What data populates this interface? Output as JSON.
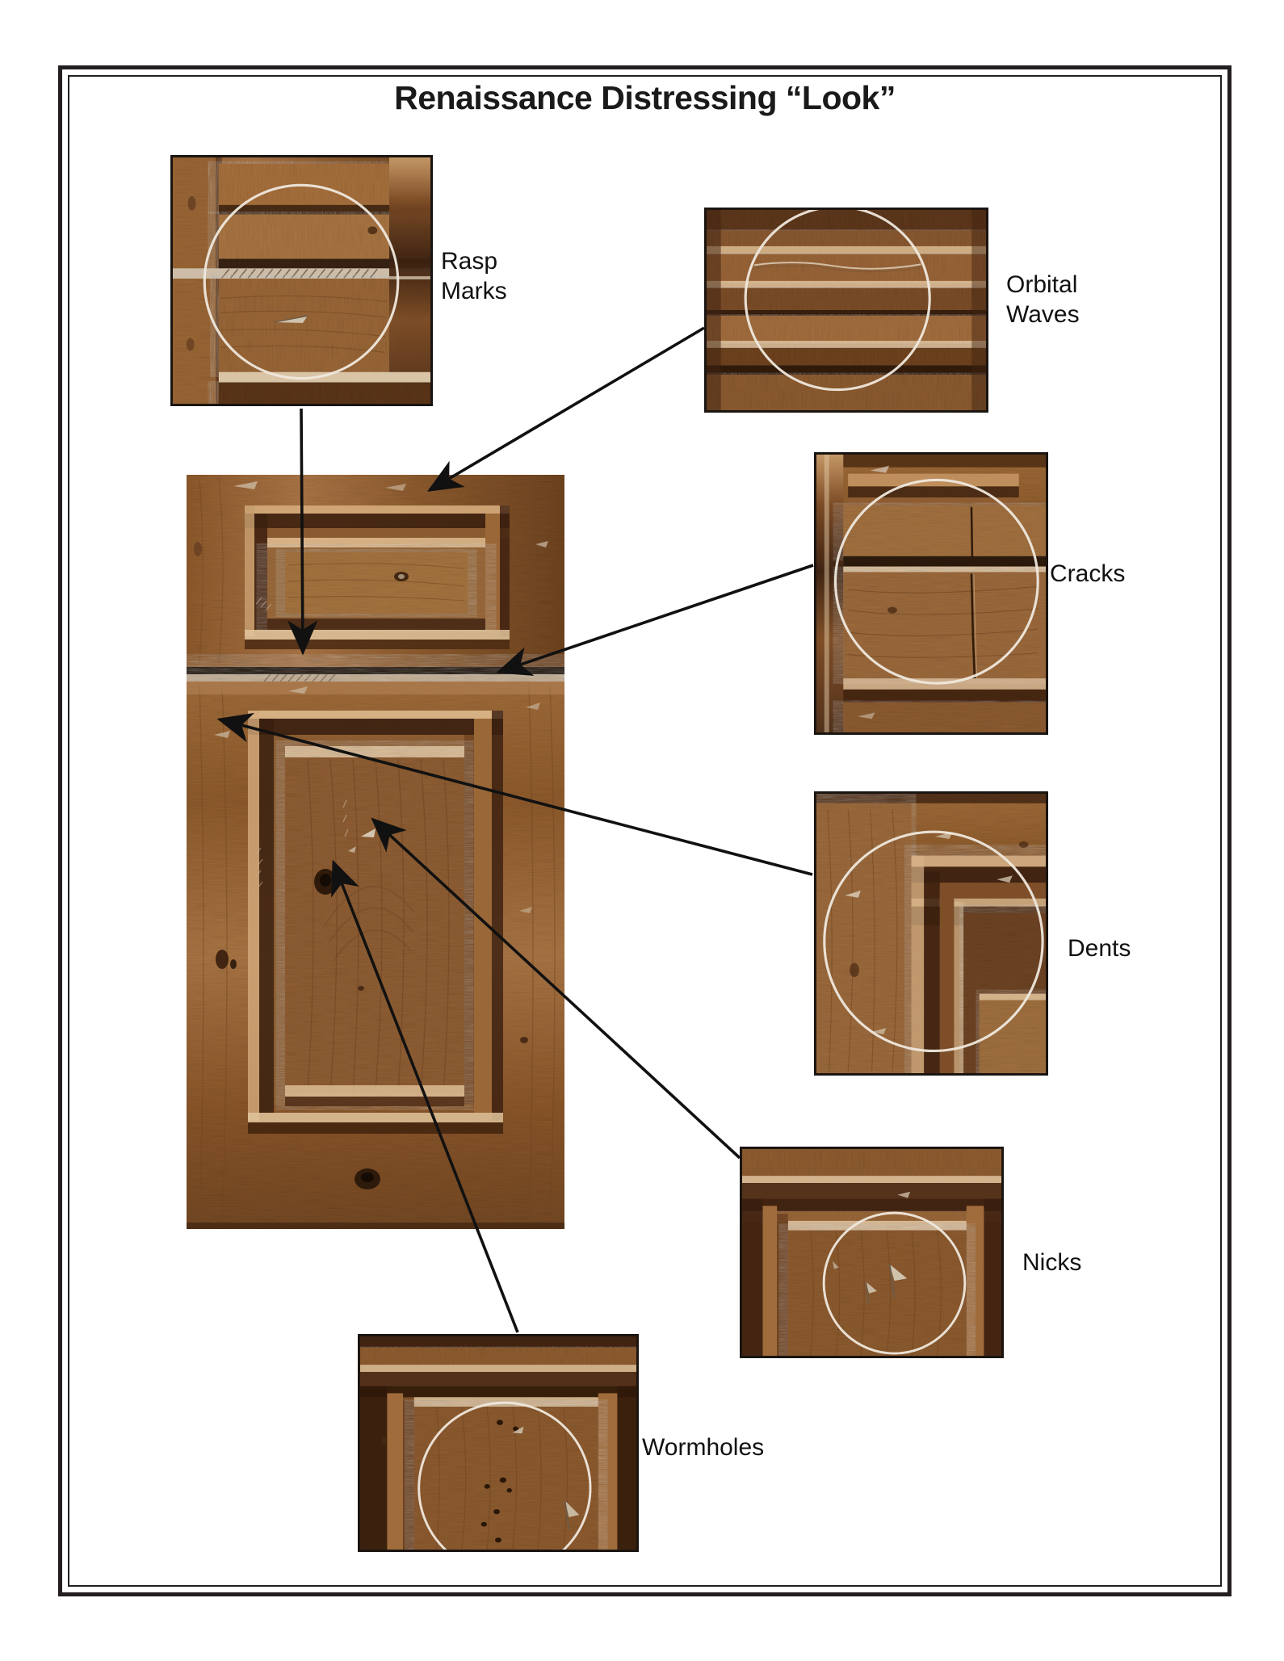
{
  "page": {
    "title": "Renaissance Distressing “Look”",
    "background_color": "#ffffff",
    "frame_color": "#231f20"
  },
  "labels": {
    "rasp_marks": "Rasp\nMarks",
    "orbital_waves": "Orbital\nWaves",
    "cracks": "Cracks",
    "dents": "Dents",
    "nicks": "Nicks",
    "wormholes": "Wormholes"
  },
  "photos": {
    "rasp_marks": {
      "caption": "Rasp Marks",
      "alt": "close-up of rasp marks on wood rail with white circle highlight"
    },
    "orbital_waves": {
      "caption": "Orbital Waves",
      "alt": "close-up of orbital sander waves on cabinet moulding"
    },
    "cracks": {
      "caption": "Cracks",
      "alt": "close-up of cracks at panel joint"
    },
    "dents": {
      "caption": "Dents",
      "alt": "close-up of dents along door stile and moulding"
    },
    "nicks": {
      "caption": "Nicks",
      "alt": "close-up of nicks on raised panel"
    },
    "wormholes": {
      "caption": "Wormholes",
      "alt": "close-up of wormholes on raised panel"
    },
    "cabinet_door": {
      "caption": "Cabinet drawer front and door",
      "alt": "distressed wood cabinet drawer front above a raised panel door"
    }
  },
  "annotations": [
    {
      "name": "rasp-marks",
      "from": "rasp-marks-photo",
      "to": "drawer-bottom-rail"
    },
    {
      "name": "orbital-waves",
      "from": "orbital-waves-photo",
      "to": "drawer-top-rail"
    },
    {
      "name": "cracks",
      "from": "cracks-photo",
      "to": "drawer-lower-right"
    },
    {
      "name": "dents",
      "from": "dents-photo",
      "to": "door-top-left-stile"
    },
    {
      "name": "nicks",
      "from": "nicks-photo",
      "to": "door-panel-nick"
    },
    {
      "name": "wormholes",
      "from": "wormholes-photo",
      "to": "door-panel-wormholes"
    }
  ],
  "colors": {
    "wood_light": "#b07a42",
    "wood_mid": "#8b5a2f",
    "wood_dark": "#4a2a14",
    "wood_deep": "#2d1709",
    "circle_highlight": "#e9e2d8",
    "arrow": "#111111",
    "text": "#111111"
  }
}
